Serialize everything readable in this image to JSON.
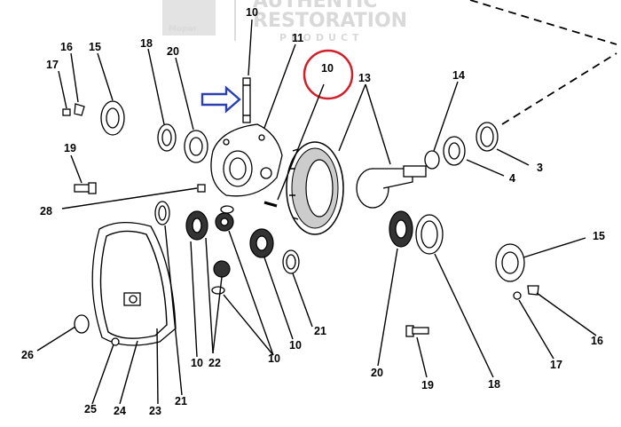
{
  "watermark": {
    "logo_text": "Mopar",
    "line1": "AUTHENTIC",
    "line2": "RESTORATION",
    "line3": "PRODUCT",
    "color": "#d9d9d9"
  },
  "highlight": {
    "circled_label": "10",
    "circle_color": "#d0202a",
    "arrow_color": "#2a3fb0"
  },
  "callouts": [
    {
      "id": "c10-top",
      "text": "10"
    },
    {
      "id": "c11",
      "text": "11"
    },
    {
      "id": "c16-tl",
      "text": "16"
    },
    {
      "id": "c15-tl",
      "text": "15"
    },
    {
      "id": "c17-tl",
      "text": "17"
    },
    {
      "id": "c18-tl",
      "text": "18"
    },
    {
      "id": "c20-tl",
      "text": "20"
    },
    {
      "id": "c13",
      "text": "13"
    },
    {
      "id": "c14",
      "text": "14"
    },
    {
      "id": "c19-l",
      "text": "19"
    },
    {
      "id": "c3",
      "text": "3"
    },
    {
      "id": "c4",
      "text": "4"
    },
    {
      "id": "c28",
      "text": "28"
    },
    {
      "id": "c15-r",
      "text": "15"
    },
    {
      "id": "c26",
      "text": "26"
    },
    {
      "id": "c16-r",
      "text": "16"
    },
    {
      "id": "c17-r",
      "text": "17"
    },
    {
      "id": "c21-mid",
      "text": "21"
    },
    {
      "id": "c10-mid",
      "text": "10"
    },
    {
      "id": "c22",
      "text": "22"
    },
    {
      "id": "c10-low",
      "text": "10"
    },
    {
      "id": "c10-b",
      "text": "10"
    },
    {
      "id": "c20-b",
      "text": "20"
    },
    {
      "id": "c18-b",
      "text": "18"
    },
    {
      "id": "c19-b",
      "text": "19"
    },
    {
      "id": "c25",
      "text": "25"
    },
    {
      "id": "c24",
      "text": "24"
    },
    {
      "id": "c23",
      "text": "23"
    },
    {
      "id": "c21-b",
      "text": "21"
    }
  ]
}
